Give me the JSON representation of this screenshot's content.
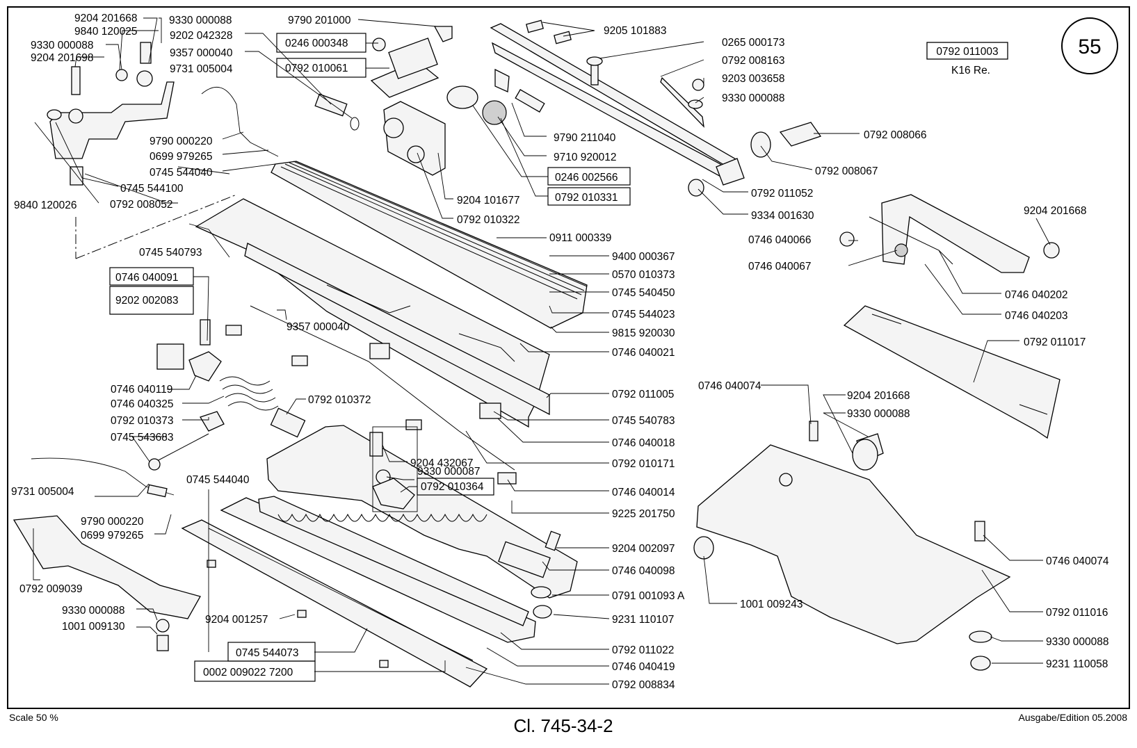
{
  "page": {
    "page_number": "55",
    "model_box": "0792 011003",
    "model_note": "K16  Re.",
    "scale": "Scale 50 %",
    "class_title": "Cl. 745-34-2",
    "edition": "Ausgabe/Edition 05.2008"
  },
  "labels": [
    "9204 201668",
    "9840 120025",
    "9330 000088",
    "9330 000088",
    "9204 201698",
    "9202 042328",
    "9357 000040",
    "9731 005004",
    "9790 201000",
    "0246 000348",
    "0792 010061",
    "9205 101883",
    "0265 000173",
    "0792 008163",
    "9203 003658",
    "9330 000088",
    "9790 000220",
    "0699 979265",
    "0745 544040",
    "0745 544100",
    "9840 120026",
    "0792 008052",
    "9790 211040",
    "9710 920012",
    "0246 002566",
    "0792 010331",
    "9204 101677",
    "0792 010322",
    "0792 008066",
    "0792 008067",
    "0792 011052",
    "9334 001630",
    "9204 201668",
    "0746 040066",
    "0746 040067",
    "0745 540793",
    "0911 000339",
    "9400 000367",
    "0570 010373",
    "0745 540450",
    "0746 040091",
    "9202 002083",
    "9357 000040",
    "0745 544023",
    "9815 920030",
    "0746 040021",
    "0746 040202",
    "0746 040203",
    "0792 011017",
    "0746 040119",
    "0746 040325",
    "0792 010373",
    "0745 543683",
    "0792 010372",
    "0792 011005",
    "0746 040074",
    "9204 201668",
    "9330 000088",
    "0745 540783",
    "0746 040018",
    "9204 432067",
    "0792 010171",
    "9330 000087",
    "0792 010364",
    "0746 040014",
    "9731 005004",
    "0745 544040",
    "9225 201750",
    "9790 000220",
    "0699 979265",
    "9204 002097",
    "0746 040098",
    "0792 009039",
    "0791 001093 A",
    "9330 000088",
    "1001 009130",
    "9204 001257",
    "9231 110107",
    "1001 009243",
    "0746 040074",
    "0792 011016",
    "0745 544073",
    "0792 011022",
    "0746 040419",
    "9330 000088",
    "0002 009022 7200",
    "0792 008834",
    "9231 110058"
  ]
}
